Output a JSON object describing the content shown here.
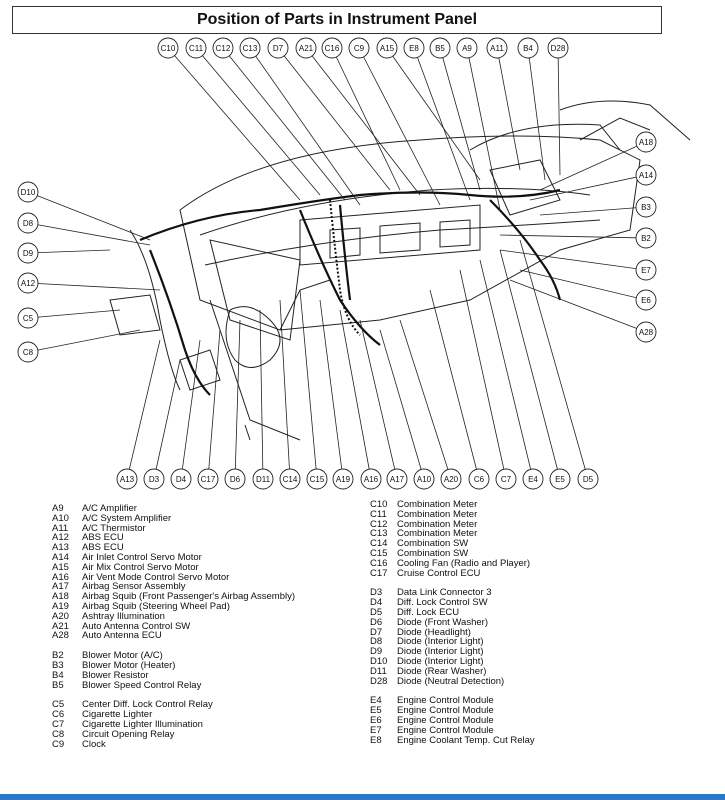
{
  "title": "Position of Parts in Instrument Panel",
  "callouts": {
    "top": [
      "C10",
      "C11",
      "C12",
      "C13",
      "D7",
      "A21",
      "C16",
      "C9",
      "A15",
      "E8",
      "B5",
      "A9",
      "A11",
      "B4",
      "D28"
    ],
    "left": [
      "D10",
      "D8",
      "D9",
      "A12",
      "C5",
      "C8"
    ],
    "right": [
      "A18",
      "A14",
      "B3",
      "B2",
      "E7",
      "E6",
      "A28"
    ],
    "bottom": [
      "A13",
      "D3",
      "D4",
      "C17",
      "D6",
      "D11",
      "C14",
      "C15",
      "A19",
      "A16",
      "A17",
      "A10",
      "A20",
      "C6",
      "C7",
      "E4",
      "E5",
      "D5"
    ]
  },
  "legend": {
    "left": [
      [
        {
          "code": "A9",
          "name": "A/C Amplifier"
        },
        {
          "code": "A10",
          "name": "A/C System Amplifier"
        },
        {
          "code": "A11",
          "name": "A/C Thermistor"
        },
        {
          "code": "A12",
          "name": "ABS ECU"
        },
        {
          "code": "A13",
          "name": "ABS ECU"
        },
        {
          "code": "A14",
          "name": "Air Inlet Control Servo Motor"
        },
        {
          "code": "A15",
          "name": "Air Mix Control Servo Motor"
        },
        {
          "code": "A16",
          "name": "Air Vent Mode Control Servo Motor"
        },
        {
          "code": "A17",
          "name": "Airbag Sensor Assembly"
        },
        {
          "code": "A18",
          "name": "Airbag Squib (Front Passenger's Airbag Assembly)"
        },
        {
          "code": "A19",
          "name": "Airbag Squib (Steering Wheel Pad)"
        },
        {
          "code": "A20",
          "name": "Ashtray Illumination"
        },
        {
          "code": "A21",
          "name": "Auto Antenna Control SW"
        },
        {
          "code": "A28",
          "name": "Auto Antenna ECU"
        }
      ],
      [
        {
          "code": "B2",
          "name": "Blower Motor (A/C)"
        },
        {
          "code": "B3",
          "name": "Blower Motor (Heater)"
        },
        {
          "code": "B4",
          "name": "Blower Resistor"
        },
        {
          "code": "B5",
          "name": "Blower Speed Control Relay"
        }
      ],
      [
        {
          "code": "C5",
          "name": "Center Diff. Lock Control Relay"
        },
        {
          "code": "C6",
          "name": "Cigarette Lighter"
        },
        {
          "code": "C7",
          "name": "Cigarette Lighter Illumination"
        },
        {
          "code": "C8",
          "name": "Circuit Opening Relay"
        },
        {
          "code": "C9",
          "name": "Clock"
        }
      ]
    ],
    "right": [
      [
        {
          "code": "C10",
          "name": "Combination Meter"
        },
        {
          "code": "C11",
          "name": "Combination Meter"
        },
        {
          "code": "C12",
          "name": "Combination Meter"
        },
        {
          "code": "C13",
          "name": "Combination Meter"
        },
        {
          "code": "C14",
          "name": "Combination SW"
        },
        {
          "code": "C15",
          "name": "Combination SW"
        },
        {
          "code": "C16",
          "name": "Cooling Fan (Radio and Player)"
        },
        {
          "code": "C17",
          "name": "Cruise Control ECU"
        }
      ],
      [
        {
          "code": "D3",
          "name": "Data Link Connector 3"
        },
        {
          "code": "D4",
          "name": "Diff. Lock Control SW"
        },
        {
          "code": "D5",
          "name": "Diff. Lock ECU"
        },
        {
          "code": "D6",
          "name": "Diode (Front Washer)"
        },
        {
          "code": "D7",
          "name": "Diode (Headlight)"
        },
        {
          "code": "D8",
          "name": "Diode (Interior Light)"
        },
        {
          "code": "D9",
          "name": "Diode (Interior Light)"
        },
        {
          "code": "D10",
          "name": "Diode (Interior Light)"
        },
        {
          "code": "D11",
          "name": "Diode (Rear Washer)"
        },
        {
          "code": "D28",
          "name": "Diode (Neutral Detection)"
        }
      ],
      [
        {
          "code": "E4",
          "name": "Engine Control Module"
        },
        {
          "code": "E5",
          "name": "Engine Control Module"
        },
        {
          "code": "E6",
          "name": "Engine Control Module"
        },
        {
          "code": "E7",
          "name": "Engine Control Module"
        },
        {
          "code": "E8",
          "name": "Engine Coolant Temp. Cut Relay"
        }
      ]
    ]
  }
}
